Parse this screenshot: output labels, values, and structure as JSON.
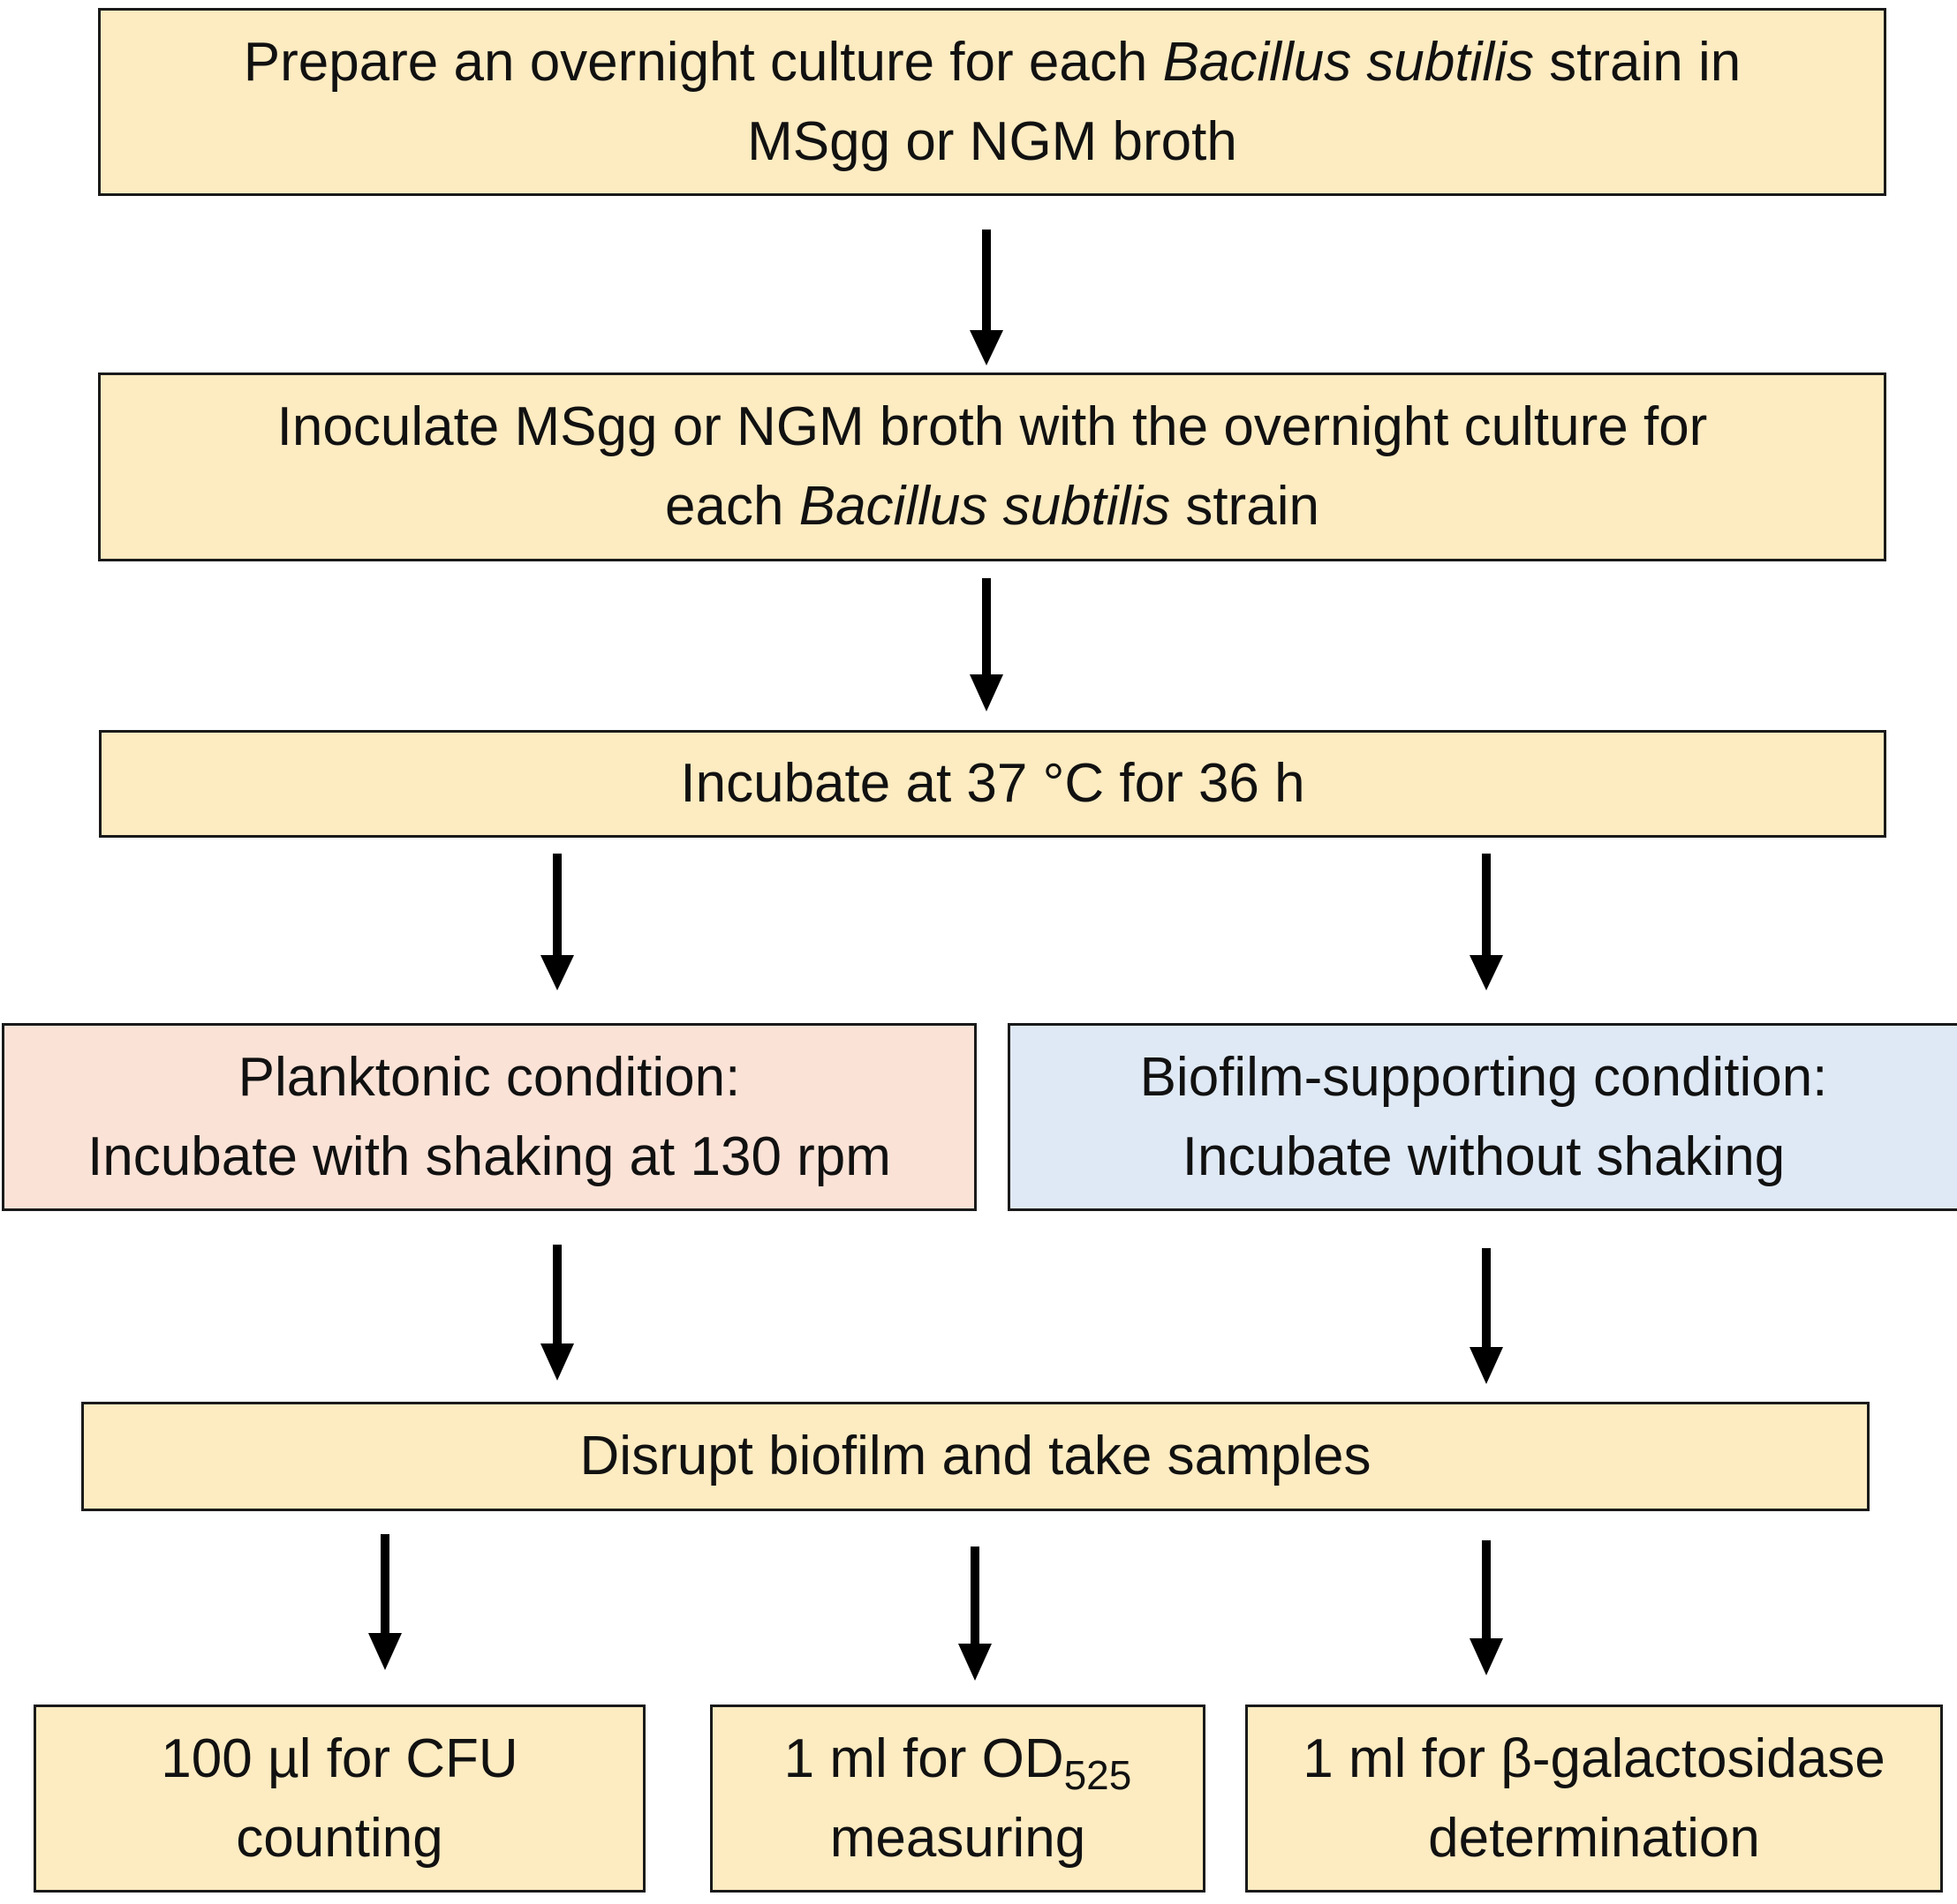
{
  "steps": {
    "prepare": {
      "line1_prefix": "Prepare an overnight culture for each ",
      "line1_italic": "Bacillus subtilis",
      "line1_suffix": " strain in",
      "line2": "MSgg or NGM broth"
    },
    "inoculate": {
      "line1": "Inoculate MSgg or NGM broth with the overnight culture for",
      "line2_prefix": "each ",
      "line2_italic": "Bacillus subtilis",
      "line2_suffix": " strain"
    },
    "incubate": {
      "line1": "Incubate at 37 °C for 36 h"
    },
    "planktonic": {
      "line1": "Planktonic condition:",
      "line2": "Incubate with shaking at 130 rpm"
    },
    "biofilm": {
      "line1": "Biofilm-supporting condition:",
      "line2": "Incubate without shaking"
    },
    "disrupt": {
      "line1": "Disrupt biofilm and take samples"
    },
    "cfu": {
      "line1": "100 µl for CFU",
      "line2": "counting"
    },
    "od": {
      "line1_prefix": "1 ml for OD",
      "line1_sub": "525",
      "line2": "measuring"
    },
    "galactosidase": {
      "line1": "1 ml for β-galactosidase",
      "line2": "determination"
    }
  },
  "colors": {
    "main_box": "#fdebc1",
    "planktonic_box": "#fbe2d6",
    "biofilm_box": "#dfe9f5",
    "arrow": "#000000"
  }
}
